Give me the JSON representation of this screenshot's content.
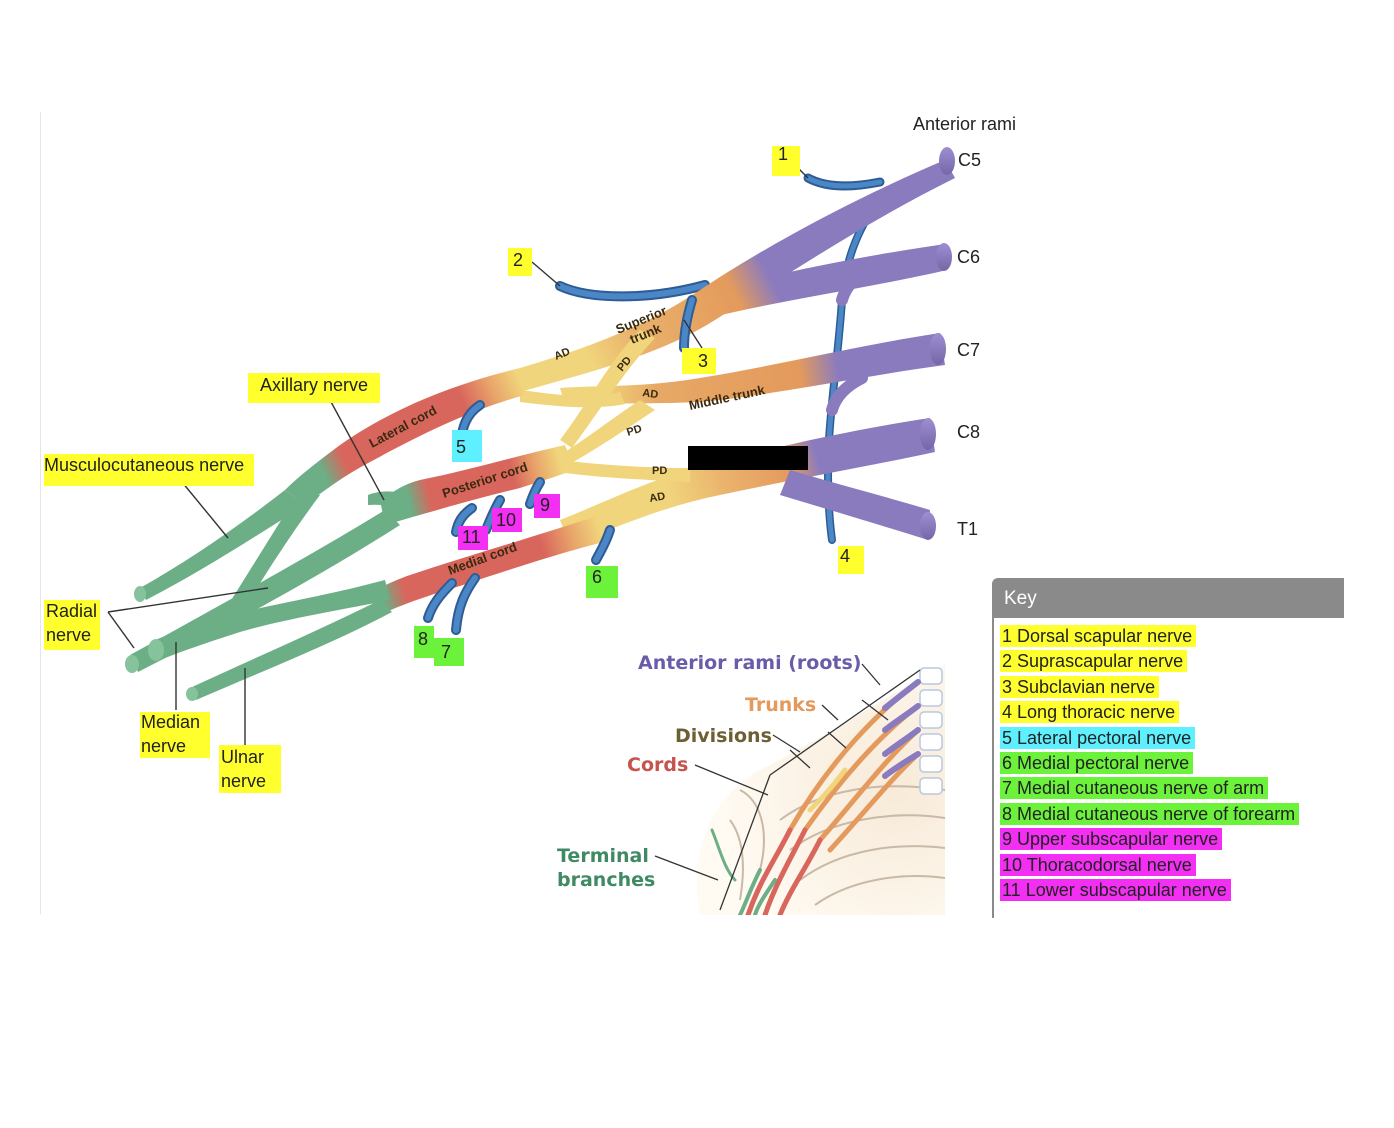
{
  "colors": {
    "roots": "#8a7bbf",
    "trunks": "#e49a5c",
    "divisions": "#f1d57c",
    "cords": "#d9665d",
    "terminal": "#6cae86",
    "branch": "#4478b5",
    "hl_yellow": "#ffff2e",
    "hl_cyan": "#5ff0ff",
    "hl_green": "#6cf23b",
    "hl_magenta": "#f22ff2"
  },
  "labels": {
    "anterior_rami": "Anterior rami",
    "c5": "C5",
    "c6": "C6",
    "c7": "C7",
    "c8": "C8",
    "t1": "T1",
    "superior_trunk_1": "Superior",
    "superior_trunk_2": "trunk",
    "middle_trunk": "Middle trunk",
    "lateral_cord": "Lateral cord",
    "posterior_cord": "Posterior cord",
    "medial_cord": "Medial cord",
    "ad": "AD",
    "pd": "PD",
    "axillary": "Axillary nerve",
    "musculocutaneous": "Musculocutaneous nerve",
    "radial_1": "Radial",
    "radial_2": "nerve",
    "median_1": "Median",
    "median_2": "nerve",
    "ulnar_1": "Ulnar",
    "ulnar_2": "nerve",
    "n1": "1",
    "n2": "2",
    "n3": "3",
    "n4": "4",
    "n5": "5",
    "n6": "6",
    "n7": "7",
    "n8": "8",
    "n9": "9",
    "n10": "10",
    "n11": "11"
  },
  "inset": {
    "roots": "Anterior rami (roots)",
    "trunks": "Trunks",
    "divisions": "Divisions",
    "cords": "Cords",
    "terminal_1": "Terminal",
    "terminal_2": "branches"
  },
  "key": {
    "title": "Key",
    "items": [
      {
        "num": "1",
        "text": "Dorsal scapular nerve",
        "hl": "yellow"
      },
      {
        "num": "2",
        "text": "Suprascapular nerve",
        "hl": "yellow"
      },
      {
        "num": "3",
        "text": "Subclavian nerve",
        "hl": "yellow"
      },
      {
        "num": "4",
        "text": "Long thoracic nerve",
        "hl": "yellow"
      },
      {
        "num": "5",
        "text": "Lateral pectoral nerve",
        "hl": "cyan"
      },
      {
        "num": "6",
        "text": "Medial pectoral nerve",
        "hl": "green"
      },
      {
        "num": "7",
        "text": "Medial cutaneous nerve of arm",
        "hl": "green"
      },
      {
        "num": "8",
        "text": "Medial cutaneous nerve of forearm",
        "hl": "green"
      },
      {
        "num": "9",
        "text": "Upper subscapular nerve",
        "hl": "magenta"
      },
      {
        "num": "10",
        "text": "Thoracodorsal nerve",
        "hl": "magenta"
      },
      {
        "num": "11",
        "text": "Lower subscapular nerve",
        "hl": "magenta"
      }
    ]
  }
}
